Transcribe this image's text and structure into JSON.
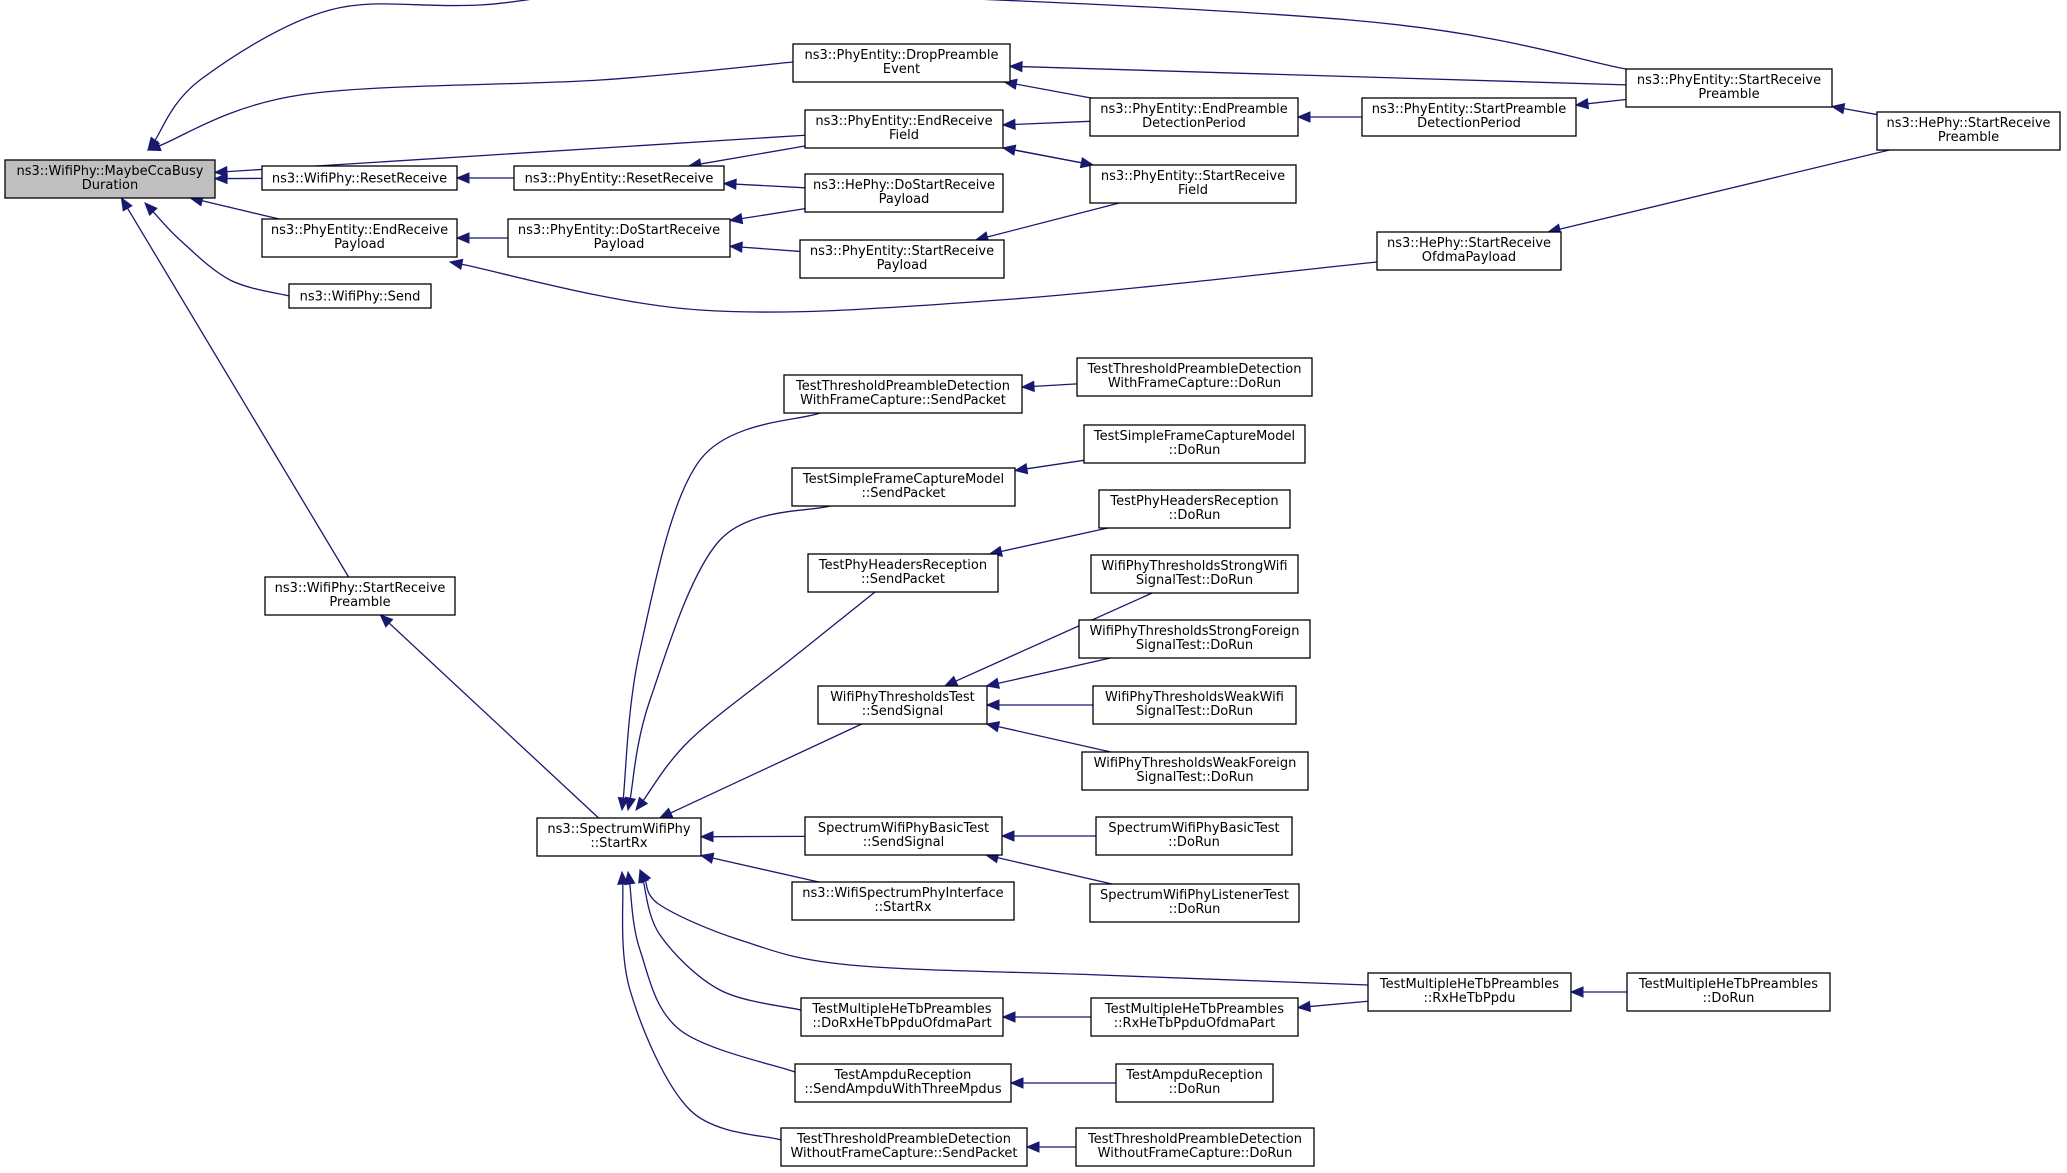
{
  "nodes": [
    {
      "id": "root",
      "lines": [
        "ns3::WifiPhy::MaybeCcaBusy",
        "Duration"
      ]
    },
    {
      "id": "reset_recv",
      "lines": [
        "ns3::WifiPhy::ResetReceive"
      ]
    },
    {
      "id": "pe_end_payload",
      "lines": [
        "ns3::PhyEntity::EndReceive",
        "Payload"
      ]
    },
    {
      "id": "wp_send",
      "lines": [
        "ns3::WifiPhy::Send"
      ]
    },
    {
      "id": "wp_start_preamble",
      "lines": [
        "ns3::WifiPhy::StartReceive",
        "Preamble"
      ]
    },
    {
      "id": "pe_drop",
      "lines": [
        "ns3::PhyEntity::DropPreamble",
        "Event"
      ]
    },
    {
      "id": "pe_end_field",
      "lines": [
        "ns3::PhyEntity::EndReceive",
        "Field"
      ]
    },
    {
      "id": "pe_reset",
      "lines": [
        "ns3::PhyEntity::ResetReceive"
      ]
    },
    {
      "id": "hephy_dostart",
      "lines": [
        "ns3::HePhy::DoStartReceive",
        "Payload"
      ]
    },
    {
      "id": "pe_dostart",
      "lines": [
        "ns3::PhyEntity::DoStartReceive",
        "Payload"
      ]
    },
    {
      "id": "pe_start_payload",
      "lines": [
        "ns3::PhyEntity::StartReceive",
        "Payload"
      ]
    },
    {
      "id": "pe_end_preamble_det",
      "lines": [
        "ns3::PhyEntity::EndPreamble",
        "DetectionPeriod"
      ]
    },
    {
      "id": "pe_start_field",
      "lines": [
        "ns3::PhyEntity::StartReceive",
        "Field"
      ]
    },
    {
      "id": "pe_start_preamble_det",
      "lines": [
        "ns3::PhyEntity::StartPreamble",
        "DetectionPeriod"
      ]
    },
    {
      "id": "pe_start_recv_preamble",
      "lines": [
        "ns3::PhyEntity::StartReceive",
        "Preamble"
      ]
    },
    {
      "id": "hephy_start_preamble",
      "lines": [
        "ns3::HePhy::StartReceive",
        "Preamble"
      ]
    },
    {
      "id": "hephy_ofdma",
      "lines": [
        "ns3::HePhy::StartReceive",
        "OfdmaPayload"
      ]
    },
    {
      "id": "swp_startrx",
      "lines": [
        "ns3::SpectrumWifiPhy",
        "::StartRx"
      ]
    },
    {
      "id": "ttpd_wfc_send",
      "lines": [
        "TestThresholdPreambleDetection",
        "WithFrameCapture::SendPacket"
      ]
    },
    {
      "id": "tsfcm_send",
      "lines": [
        "TestSimpleFrameCaptureModel",
        "::SendPacket"
      ]
    },
    {
      "id": "tphr_send",
      "lines": [
        "TestPhyHeadersReception",
        "::SendPacket"
      ]
    },
    {
      "id": "wptt_send",
      "lines": [
        "WifiPhyThresholdsTest",
        "::SendSignal"
      ]
    },
    {
      "id": "swpbt_send",
      "lines": [
        "SpectrumWifiPhyBasicTest",
        "::SendSignal"
      ]
    },
    {
      "id": "wspi_startrx",
      "lines": [
        "ns3::WifiSpectrumPhyInterface",
        "::StartRx"
      ]
    },
    {
      "id": "tmhtp_dorx",
      "lines": [
        "TestMultipleHeTbPreambles",
        "::DoRxHeTbPpduOfdmaPart"
      ]
    },
    {
      "id": "tar_send",
      "lines": [
        "TestAmpduReception",
        "::SendAmpduWithThreeMpdus"
      ]
    },
    {
      "id": "ttpd_wofc_send",
      "lines": [
        "TestThresholdPreambleDetection",
        "WithoutFrameCapture::SendPacket"
      ]
    },
    {
      "id": "ttpd_wfc_dorun",
      "lines": [
        "TestThresholdPreambleDetection",
        "WithFrameCapture::DoRun"
      ]
    },
    {
      "id": "tsfcm_dorun",
      "lines": [
        "TestSimpleFrameCaptureModel",
        "::DoRun"
      ]
    },
    {
      "id": "tphr_dorun",
      "lines": [
        "TestPhyHeadersReception",
        "::DoRun"
      ]
    },
    {
      "id": "wpt_strong_wifi",
      "lines": [
        "WifiPhyThresholdsStrongWifi",
        "SignalTest::DoRun"
      ]
    },
    {
      "id": "wpt_strong_foreign",
      "lines": [
        "WifiPhyThresholdsStrongForeign",
        "SignalTest::DoRun"
      ]
    },
    {
      "id": "wpt_weak_wifi",
      "lines": [
        "WifiPhyThresholdsWeakWifi",
        "SignalTest::DoRun"
      ]
    },
    {
      "id": "wpt_weak_foreign",
      "lines": [
        "WifiPhyThresholdsWeakForeign",
        "SignalTest::DoRun"
      ]
    },
    {
      "id": "swpbt_dorun",
      "lines": [
        "SpectrumWifiPhyBasicTest",
        "::DoRun"
      ]
    },
    {
      "id": "swplt_dorun",
      "lines": [
        "SpectrumWifiPhyListenerTest",
        "::DoRun"
      ]
    },
    {
      "id": "tmhtp_rx_ofdma",
      "lines": [
        "TestMultipleHeTbPreambles",
        "::RxHeTbPpduOfdmaPart"
      ]
    },
    {
      "id": "tmhtp_rxppdu",
      "lines": [
        "TestMultipleHeTbPreambles",
        "::RxHeTbPpdu"
      ]
    },
    {
      "id": "tmhtp_dorun",
      "lines": [
        "TestMultipleHeTbPreambles",
        "::DoRun"
      ]
    },
    {
      "id": "tar_dorun",
      "lines": [
        "TestAmpduReception",
        "::DoRun"
      ]
    },
    {
      "id": "ttpd_wofc_dorun",
      "lines": [
        "TestThresholdPreambleDetection",
        "WithoutFrameCapture::DoRun"
      ]
    }
  ],
  "edges": [
    {
      "from": "reset_recv",
      "to": "root"
    },
    {
      "from": "pe_end_payload",
      "to": "root"
    },
    {
      "from": "wp_send",
      "to": "root"
    },
    {
      "from": "wp_start_preamble",
      "to": "root"
    },
    {
      "from": "pe_drop",
      "to": "root"
    },
    {
      "from": "pe_end_field",
      "to": "root"
    },
    {
      "from": "pe_start_recv_preamble",
      "to": "root"
    },
    {
      "from": "pe_reset",
      "to": "reset_recv"
    },
    {
      "from": "pe_dostart",
      "to": "pe_end_payload"
    },
    {
      "from": "hephy_ofdma",
      "to": "pe_end_payload"
    },
    {
      "from": "swp_startrx",
      "to": "wp_start_preamble"
    },
    {
      "from": "pe_end_preamble_det",
      "to": "pe_drop"
    },
    {
      "from": "pe_start_recv_preamble",
      "to": "pe_drop"
    },
    {
      "from": "pe_end_preamble_det",
      "to": "pe_end_field"
    },
    {
      "from": "pe_start_field",
      "to": "pe_end_field"
    },
    {
      "from": "pe_end_field",
      "to": "pe_reset"
    },
    {
      "from": "hephy_dostart",
      "to": "pe_reset"
    },
    {
      "from": "hephy_dostart",
      "to": "pe_dostart"
    },
    {
      "from": "pe_start_payload",
      "to": "pe_dostart"
    },
    {
      "from": "pe_start_field",
      "to": "pe_start_payload"
    },
    {
      "from": "pe_end_field",
      "to": "pe_start_field"
    },
    {
      "from": "pe_start_preamble_det",
      "to": "pe_end_preamble_det"
    },
    {
      "from": "pe_start_recv_preamble",
      "to": "pe_start_preamble_det"
    },
    {
      "from": "hephy_start_preamble",
      "to": "pe_start_recv_preamble"
    },
    {
      "from": "hephy_start_preamble",
      "to": "hephy_ofdma"
    },
    {
      "from": "ttpd_wfc_send",
      "to": "swp_startrx"
    },
    {
      "from": "tsfcm_send",
      "to": "swp_startrx"
    },
    {
      "from": "tphr_send",
      "to": "swp_startrx"
    },
    {
      "from": "wptt_send",
      "to": "swp_startrx"
    },
    {
      "from": "swpbt_send",
      "to": "swp_startrx"
    },
    {
      "from": "wspi_startrx",
      "to": "swp_startrx"
    },
    {
      "from": "tmhtp_rxppdu",
      "to": "swp_startrx"
    },
    {
      "from": "tmhtp_dorx",
      "to": "swp_startrx"
    },
    {
      "from": "tar_send",
      "to": "swp_startrx"
    },
    {
      "from": "ttpd_wofc_send",
      "to": "swp_startrx"
    },
    {
      "from": "ttpd_wfc_dorun",
      "to": "ttpd_wfc_send"
    },
    {
      "from": "tsfcm_dorun",
      "to": "tsfcm_send"
    },
    {
      "from": "tphr_dorun",
      "to": "tphr_send"
    },
    {
      "from": "wpt_strong_wifi",
      "to": "wptt_send"
    },
    {
      "from": "wpt_strong_foreign",
      "to": "wptt_send"
    },
    {
      "from": "wpt_weak_wifi",
      "to": "wptt_send"
    },
    {
      "from": "wpt_weak_foreign",
      "to": "wptt_send"
    },
    {
      "from": "swpbt_dorun",
      "to": "swpbt_send"
    },
    {
      "from": "swplt_dorun",
      "to": "swpbt_send"
    },
    {
      "from": "tmhtp_rx_ofdma",
      "to": "tmhtp_dorx"
    },
    {
      "from": "tmhtp_rxppdu",
      "to": "tmhtp_rx_ofdma"
    },
    {
      "from": "tmhtp_dorun",
      "to": "tmhtp_rxppdu"
    },
    {
      "from": "tar_dorun",
      "to": "tar_send"
    },
    {
      "from": "ttpd_wofc_dorun",
      "to": "ttpd_wofc_send"
    }
  ]
}
